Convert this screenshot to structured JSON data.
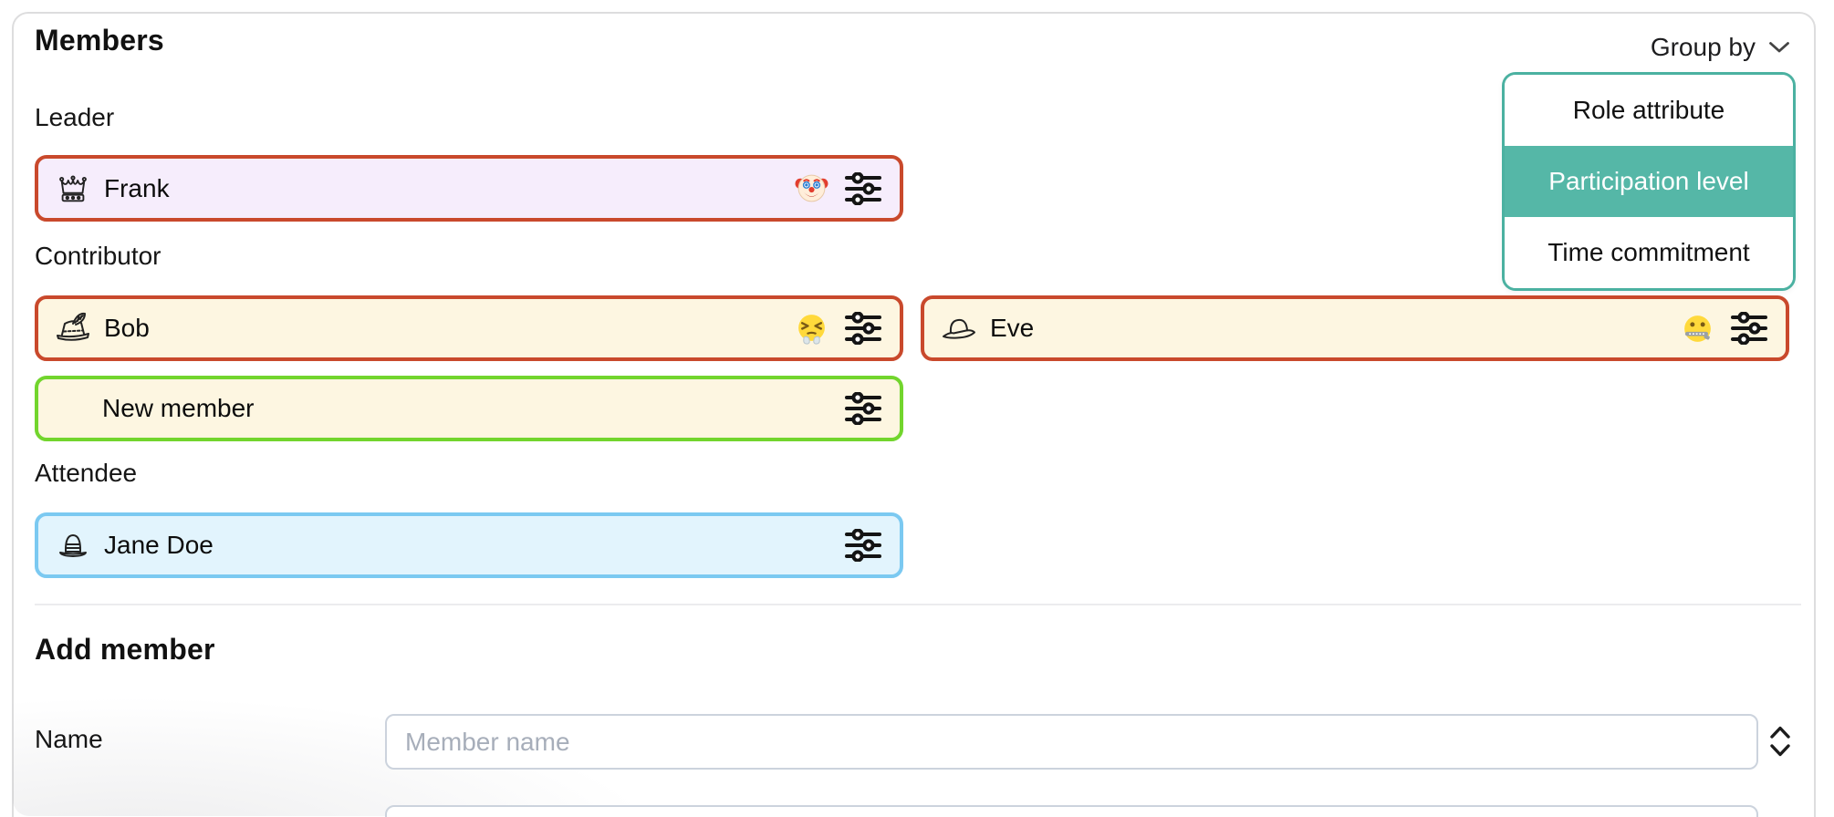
{
  "header": {
    "title": "Members",
    "group_by_label": "Group by",
    "group_by_icon": "chevron-down"
  },
  "group_by_menu": {
    "border_color": "#4bb1a1",
    "selected_bg": "#55b7a7",
    "items": [
      {
        "label": "Role attribute",
        "selected": false
      },
      {
        "label": "Participation level",
        "selected": true
      },
      {
        "label": "Time commitment",
        "selected": false
      }
    ]
  },
  "groups": [
    {
      "label": "Leader",
      "members": [
        {
          "name": "Frank",
          "icon": "crown",
          "emoji": "clown-face",
          "bg": "#f6edfc",
          "border": "#c9492c",
          "trailing_icon": "sliders"
        }
      ]
    },
    {
      "label": "Contributor",
      "members": [
        {
          "name": "Bob",
          "icon": "feathered-hat",
          "emoji": "face-with-steam-from-nose",
          "bg": "#fdf6e1",
          "border": "#c9492c",
          "trailing_icon": "sliders"
        },
        {
          "name": "Eve",
          "icon": "fedora-hat",
          "emoji": "zipper-mouth-face",
          "bg": "#fdf6e1",
          "border": "#c9492c",
          "trailing_icon": "sliders"
        },
        {
          "name": "New member",
          "icon": null,
          "emoji": null,
          "bg": "#fdf6e1",
          "border": "#72d52d",
          "trailing_icon": "sliders"
        }
      ]
    },
    {
      "label": "Attendee",
      "members": [
        {
          "name": "Jane Doe",
          "icon": "bowler-hat",
          "emoji": null,
          "bg": "#e2f4fd",
          "border": "#7bc9f1",
          "trailing_icon": "sliders"
        }
      ]
    }
  ],
  "add_member": {
    "title": "Add member",
    "name_label": "Name",
    "name_placeholder": "Member name",
    "stepper_icon": "up-down-chevrons"
  },
  "colors": {
    "accent_red": "#c9492c",
    "accent_green": "#72d52d",
    "accent_blue": "#7bc9f1",
    "accent_teal": "#55b7a7",
    "bg_purple": "#f6edfc",
    "bg_cream": "#fdf6e1",
    "bg_blue": "#e2f4fd",
    "card_border": "#ddddde",
    "input_border": "#ccd3dd",
    "placeholder": "#a7aeba"
  }
}
